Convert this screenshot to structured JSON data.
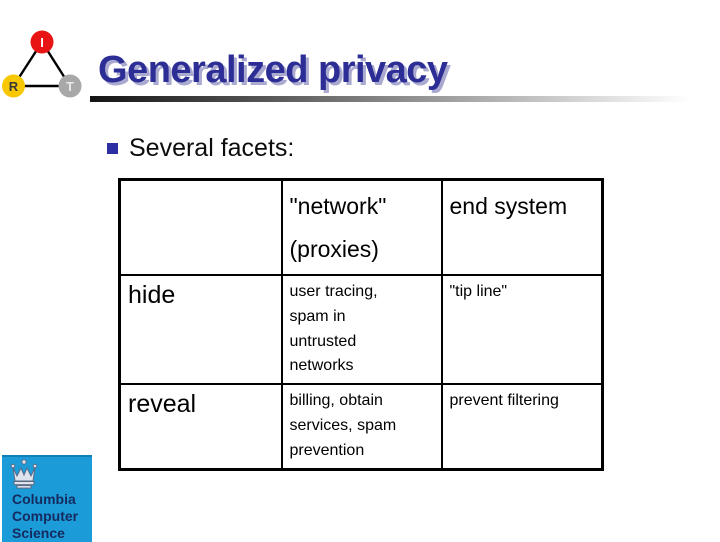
{
  "slide": {
    "title": "Generalized privacy",
    "bullet_text": "Several facets:"
  },
  "corner_logo": {
    "nodes": [
      {
        "label": "I",
        "color": "#e81414"
      },
      {
        "label": "R",
        "color": "#f7c800"
      },
      {
        "label": "T",
        "color": "#a8a8a8"
      }
    ]
  },
  "table": {
    "headers": {
      "blank": "",
      "network": "\"network\"\n(proxies)",
      "end_system": "end system"
    },
    "rows": [
      {
        "label": "hide",
        "network": "user tracing,\nspam in\nuntrusted\nnetworks",
        "end_system": "\"tip line\""
      },
      {
        "label": "reveal",
        "network": "billing, obtain\nservices, spam\nprevention",
        "end_system": "prevent filtering"
      }
    ]
  },
  "footer_logo": {
    "line1": "Columbia",
    "line2": "Computer",
    "line3": "Science",
    "bg_color": "#1b9bd7"
  },
  "colors": {
    "title_blue": "#2d2d96",
    "title_shadow": "#aaaad0",
    "bullet_blue": "#2e2ea3",
    "footer_text": "#152a5e"
  }
}
